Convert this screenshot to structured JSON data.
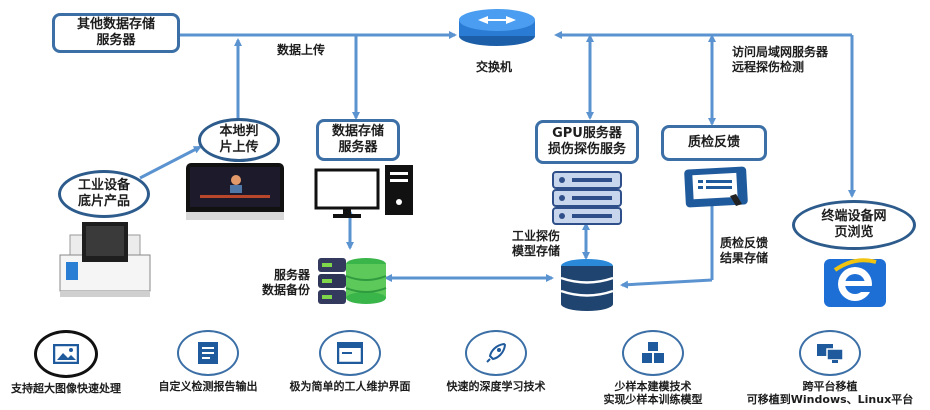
{
  "nodes": {
    "other_server": [
      "其他数据存储",
      "服务器"
    ],
    "switch": "交换机",
    "local_upload": [
      "本地判",
      "片上传"
    ],
    "data_storage": [
      "数据存储",
      "服务器"
    ],
    "gpu_server": [
      "GPU服务器",
      "损伤探伤服务"
    ],
    "qc_feedback": "质检反馈",
    "terminal": [
      "终端设备网",
      "页浏览"
    ],
    "industrial": [
      "工业设备",
      "底片产品"
    ]
  },
  "labels": {
    "data_upload": "数据上传",
    "lan_access": [
      "访问局域网服务器",
      "远程探伤检测"
    ],
    "model_storage": [
      "工业探伤",
      "模型存储"
    ],
    "qc_result": [
      "质检反馈",
      "结果存储"
    ],
    "backup": [
      "服务器",
      "数据备份"
    ]
  },
  "features": [
    {
      "icon": "image-icon",
      "lines": [
        "支持超大图像快速处理"
      ]
    },
    {
      "icon": "report-icon",
      "lines": [
        "自定义检测报告输出"
      ]
    },
    {
      "icon": "window-icon",
      "lines": [
        "极为简单的工人维护界面"
      ]
    },
    {
      "icon": "rocket-icon",
      "lines": [
        "快速的深度学习技术"
      ]
    },
    {
      "icon": "cubes-icon",
      "lines": [
        "少样本建模技术",
        "实现少样本训练模型"
      ]
    },
    {
      "icon": "monitors-icon",
      "lines": [
        "跨平台移植",
        "可移植到Windows、Linux平台"
      ]
    }
  ],
  "colors": {
    "arrow": "#5b93d0",
    "border": "#3b6fa6"
  }
}
